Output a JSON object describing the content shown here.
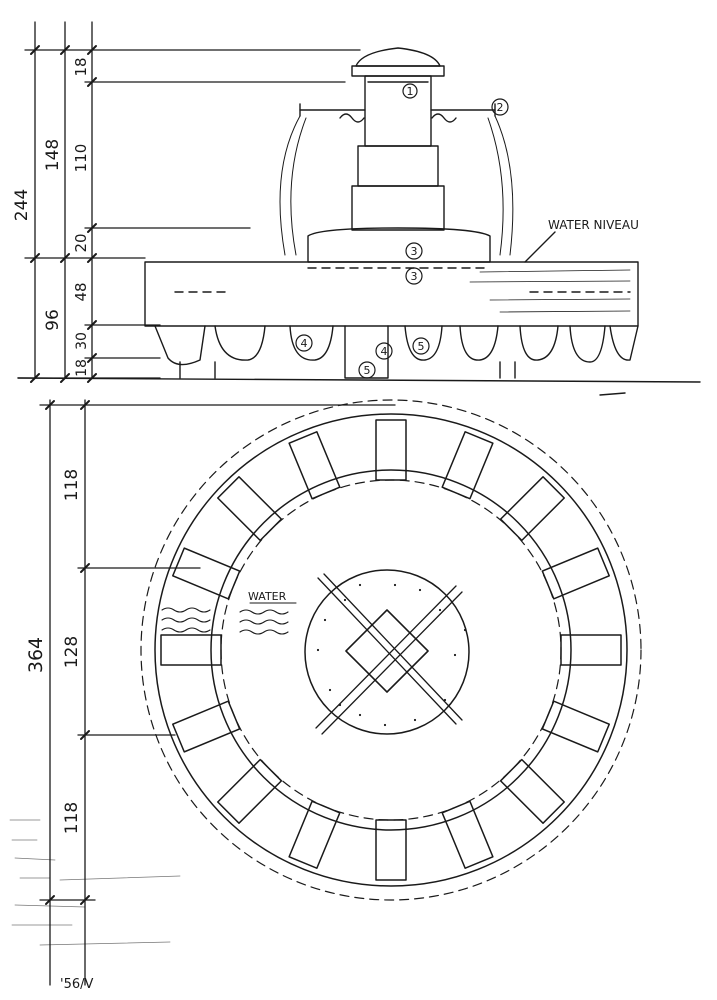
{
  "drawing": {
    "type": "fountain-elevation-and-plan-sketch",
    "colors": {
      "ink": "#1a1a1a",
      "paper": "#ffffff"
    }
  },
  "elevation_dimensions": {
    "total": "244",
    "upper": "148",
    "lower_group": "96",
    "segments": [
      "18",
      "110",
      "20",
      "48",
      "30",
      "18"
    ]
  },
  "plan_dimensions": {
    "total": "364",
    "segments": [
      "118",
      "128",
      "118"
    ]
  },
  "labels": {
    "water_niveau": "WATER NIVEAU",
    "water": "WATER",
    "corner_mark": "'56/V"
  },
  "callouts": [
    "1",
    "2",
    "3",
    "3",
    "4",
    "4",
    "5",
    "5"
  ]
}
